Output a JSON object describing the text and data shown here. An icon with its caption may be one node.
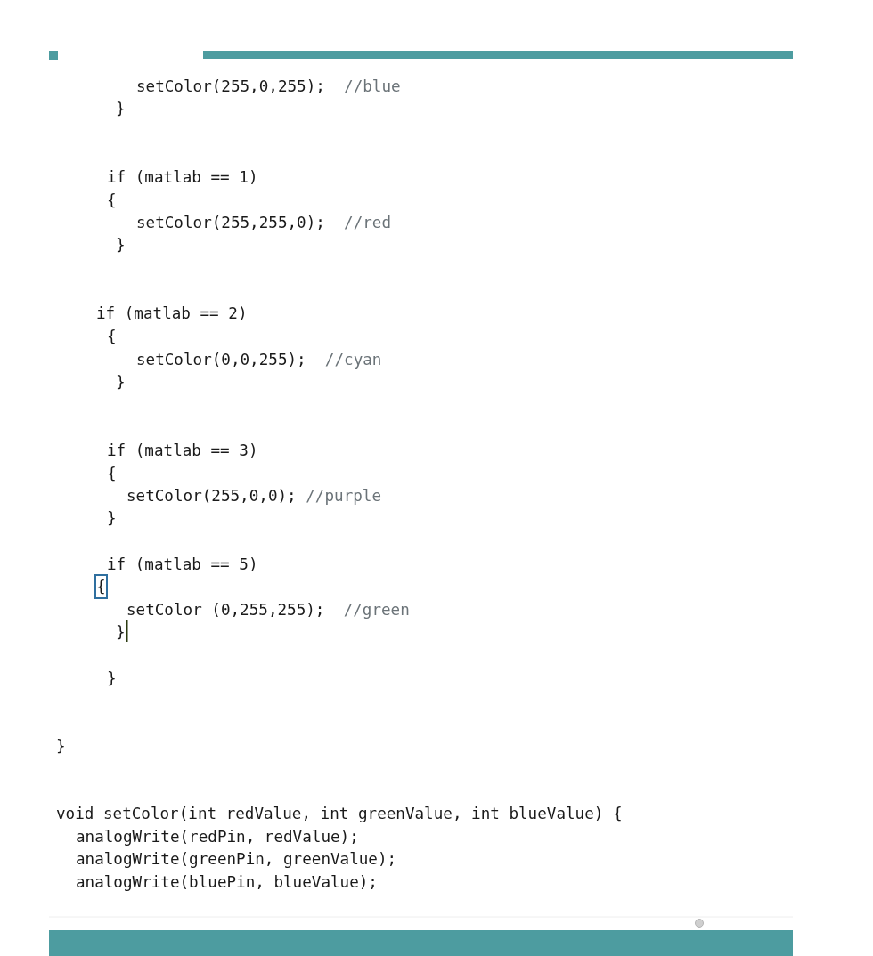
{
  "diagram": {
    "labels": [
      "setColor(255,0,255);  //blue",
      "}",
      "if (matlab == 1)",
      "{",
      "setColor(255,255,0);  //red",
      "}",
      "if (matlab == 2)",
      "{",
      "setColor(0,0,255);  //cyan",
      "}",
      "if (matlab == 3)",
      "{",
      "setColor(255,0,0); //purple",
      "}",
      "if (matlab == 5)",
      "{",
      "setColor (0,255,255);  //green",
      "}",
      "}",
      "}",
      "void setColor(int redValue, int greenValue, int blueValue) {",
      "analogWrite(redPin, redValue);",
      "analogWrite(greenPin, greenValue);",
      "analogWrite(bluePin, blueValue);"
    ]
  }
}
